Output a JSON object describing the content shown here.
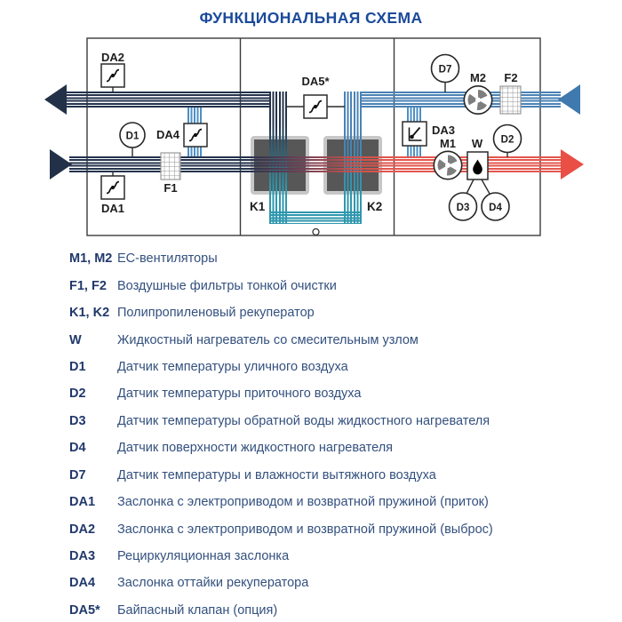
{
  "title": "ФУНКЦИОНАЛЬНАЯ СХЕМА",
  "diagram": {
    "labels": {
      "da1": "DA1",
      "da2": "DA2",
      "da3": "DA3",
      "da4": "DA4",
      "da5": "DA5*",
      "d1": "D1",
      "d2": "D2",
      "d3": "D3",
      "d4": "D4",
      "d7": "D7",
      "m1": "M1",
      "m2": "M2",
      "f1": "F1",
      "f2": "F2",
      "k1": "K1",
      "k2": "K2",
      "w": "W"
    }
  },
  "legend": {
    "rows": [
      {
        "key": "M1, M2",
        "desc": "ЕС-вентиляторы"
      },
      {
        "key": "F1, F2",
        "desc": "Воздушные фильтры тонкой очистки"
      },
      {
        "key": "K1, K2",
        "desc": "Полипропиленовый рекуператор"
      },
      {
        "key": "W",
        "desc": "Жидкостный нагреватель со смесительным узлом"
      },
      {
        "key": "D1",
        "desc": "Датчик температуры уличного воздуха"
      },
      {
        "key": "D2",
        "desc": "Датчик температуры приточного воздуха"
      },
      {
        "key": "D3",
        "desc": "Датчик температуры обратной воды жидкостного нагревателя"
      },
      {
        "key": "D4",
        "desc": "Датчик поверхности жидкостного нагревателя"
      },
      {
        "key": "D7",
        "desc": "Датчик температуры и влажности вытяжного воздуха"
      },
      {
        "key": "DA1",
        "desc": "Заслонка с электроприводом и возвратной пружиной (приток)"
      },
      {
        "key": "DA2",
        "desc": "Заслонка с электроприводом и возвратной пружиной (выброс)"
      },
      {
        "key": "DA3",
        "desc": "Рециркуляционная заслонка"
      },
      {
        "key": "DA4",
        "desc": "Заслонка оттайки рекуператора"
      },
      {
        "key": "DA5*",
        "desc": "Байпасный клапан (опция)"
      }
    ]
  },
  "colors": {
    "title_text": "#1b4a9b",
    "legend_key": "#21386b",
    "legend_desc": "#33507e",
    "exhaust_navy": "#24334d",
    "extract_blue": "#4a82b5",
    "supply_red": "#e4564e",
    "recuperator_teal": "#2f97ae",
    "duct_blue": "#4e8fc4"
  }
}
